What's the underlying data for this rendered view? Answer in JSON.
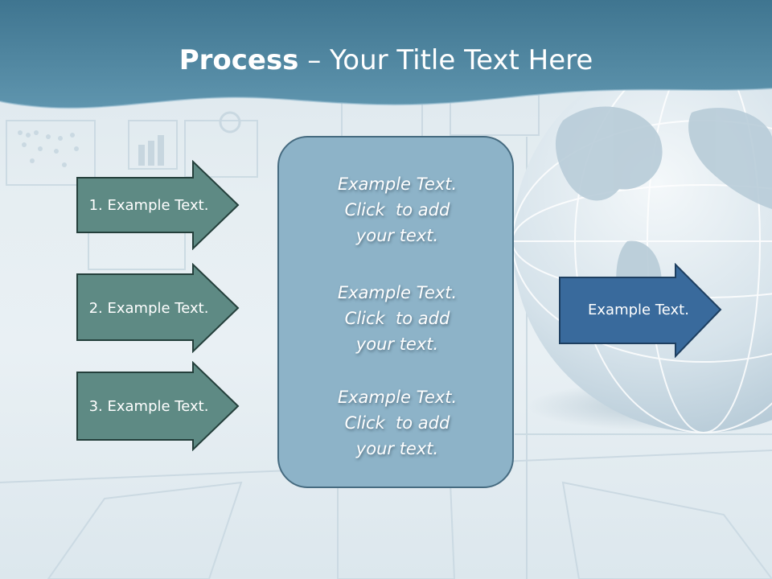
{
  "title": {
    "bold": "Process",
    "rest": " – Your Title Text Here"
  },
  "colors": {
    "header_band": "#4f86a0",
    "left_arrow_fill": "#5e8a84",
    "left_arrow_stroke": "#243f3b",
    "right_arrow_fill": "#396a9c",
    "right_arrow_stroke": "#1e3f60",
    "center_box_fill": "#8db3c8",
    "center_box_stroke": "#466b80"
  },
  "left_arrows": [
    {
      "label": "1. Example Text."
    },
    {
      "label": "2. Example Text."
    },
    {
      "label": "3. Example Text."
    }
  ],
  "center_box": {
    "blocks": [
      {
        "lines": [
          "Example Text.",
          "Click  to add",
          "your text."
        ]
      },
      {
        "lines": [
          "Example Text.",
          "Click  to add",
          "your text."
        ]
      },
      {
        "lines": [
          "Example Text.",
          "Click  to add",
          "your text."
        ]
      }
    ]
  },
  "right_arrow": {
    "label": "Example Text."
  }
}
